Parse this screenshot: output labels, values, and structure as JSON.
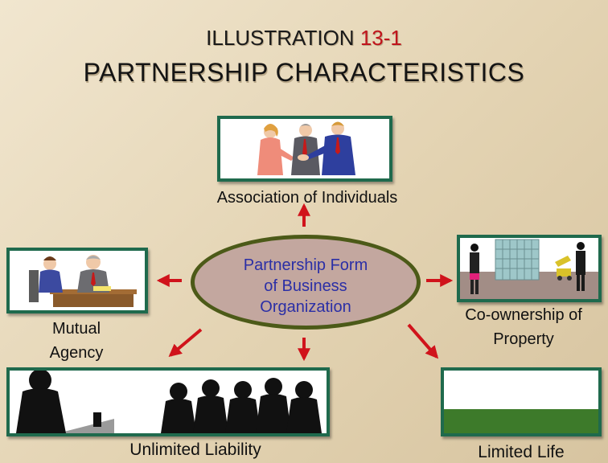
{
  "title": {
    "prefix": "ILLUSTRATION",
    "number": "13-1",
    "main": "PARTNERSHIP CHARACTERISTICS"
  },
  "center": {
    "line1": "Partnership Form",
    "line2": "of Business",
    "line3": "Organization"
  },
  "characteristics": {
    "association": "Association of Individuals",
    "mutual_line1": "Mutual",
    "mutual_line2": "Agency",
    "coownership_line1": "Co-ownership of",
    "coownership_line2": "Property",
    "liability": "Unlimited Liability",
    "life": "Limited Life"
  },
  "colors": {
    "frame": "#1f6a4d",
    "arrow": "#d0131b",
    "oval": "#c3a79f",
    "oval_border": "#4c5a18",
    "center_text": "#2b2fa6",
    "title_number": "#c0141c"
  }
}
